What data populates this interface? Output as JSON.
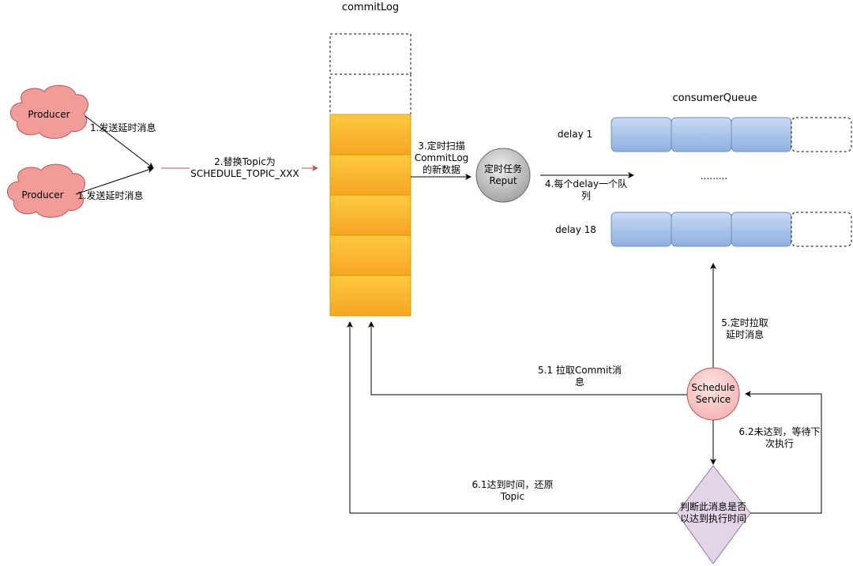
{
  "labels": {
    "commitlog_title": "commitLog",
    "consumerqueue_title": "consumerQueue",
    "producer_1": "Producer",
    "producer_2": "Producer",
    "send_1": "1.发送延时消息",
    "send_2": "1.发送延时消息",
    "replace_topic_line1": "2.替换Topic为",
    "replace_topic_line2": "SCHEDULE_TOPIC_XXX",
    "scan_line1": "3.定时扫描",
    "scan_line2": "CommitLog",
    "scan_line3": "的新数据",
    "reput_line1": "定时任务",
    "reput_line2": "Reput",
    "per_delay_line1": "4.每个delay一个队",
    "per_delay_line2": "列",
    "delay_1": "delay 1",
    "delay_18": "delay 18",
    "ellipsis": ".........",
    "pull_delay_line1": "5.定时拉取",
    "pull_delay_line2": "延时消息",
    "pull_commit_line1": "5.1 拉取Commit消",
    "pull_commit_line2": "息",
    "schedule_line1": "Schedule",
    "schedule_line2": "Service",
    "not_reached_line1": "6.2未达到，等待下",
    "not_reached_line2": "次执行",
    "reached_line1": "6.1达到时间，还原",
    "reached_line2": "Topic",
    "judge_line1": "判断此消息是否",
    "judge_line2": "以达到执行时间"
  },
  "colors": {
    "commitlog_fill": "#FBB72D",
    "queue_fill": "#A9C4EB",
    "cloud_fill": "#F19C99",
    "reput_fill": "#BDBDBD",
    "schedule_fill": "#F8CECC",
    "diamond_fill": "#E1D5E7",
    "arrow": "#000000",
    "arrow_red": "#B85450"
  }
}
